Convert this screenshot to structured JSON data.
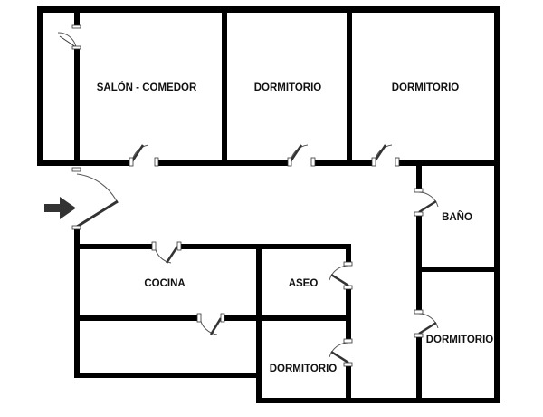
{
  "floor_plan": {
    "rooms": [
      {
        "key": "salon",
        "label": "SALÓN - COMEDOR"
      },
      {
        "key": "dorm1",
        "label": "DORMITORIO"
      },
      {
        "key": "dorm2",
        "label": "DORMITORIO"
      },
      {
        "key": "bano",
        "label": "BAÑO"
      },
      {
        "key": "cocina",
        "label": "COCINA"
      },
      {
        "key": "aseo",
        "label": "ASEO"
      },
      {
        "key": "dorm3",
        "label": "DORMITORIO"
      },
      {
        "key": "dorm4",
        "label": "DORMITORIO"
      }
    ],
    "entrance_arrow_color": "#333333",
    "wall_color": "#000000"
  }
}
